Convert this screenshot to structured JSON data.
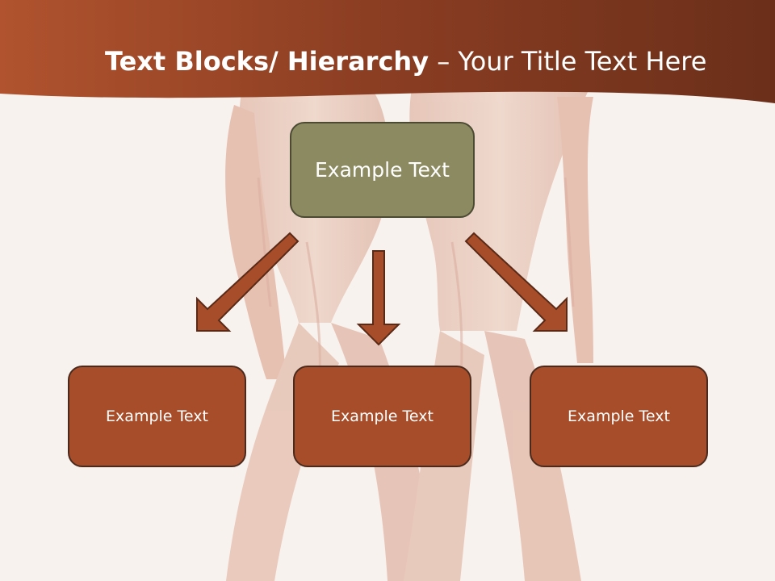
{
  "title": {
    "bold_part": "Text Blocks/ Hierarchy",
    "separator": " – ",
    "regular_part": "Your Title Text Here"
  },
  "diagram": {
    "top_box": {
      "label": "Example Text"
    },
    "child_boxes": [
      {
        "label": "Example Text"
      },
      {
        "label": "Example Text"
      },
      {
        "label": "Example Text"
      }
    ]
  },
  "colors": {
    "banner_dark": "#6b2f1a",
    "banner_light": "#b0532e",
    "top_box_fill": "#8c8a61",
    "child_box_fill": "#a84d2a",
    "arrow_fill": "#a84d2a",
    "background": "#f8f2ee"
  }
}
